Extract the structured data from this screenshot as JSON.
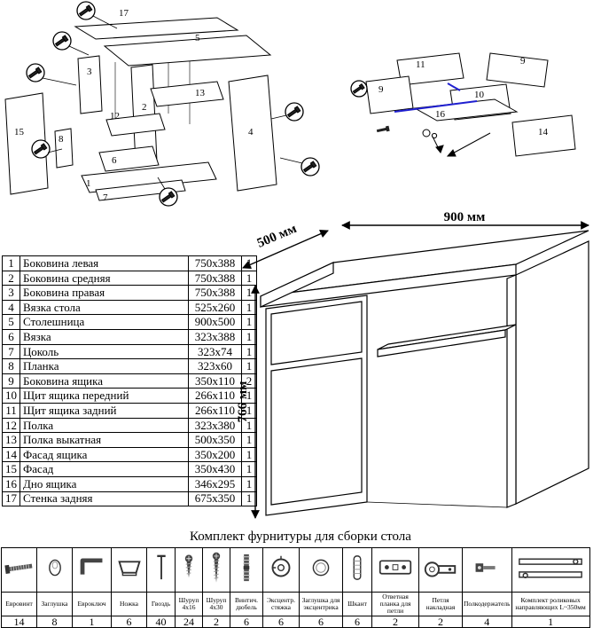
{
  "dimensions": {
    "width": "900 мм",
    "depth": "500 мм",
    "height": "766 мм"
  },
  "parts": {
    "rows": [
      {
        "n": "1",
        "name": "Боковина левая",
        "size": "750x388",
        "qty": "1"
      },
      {
        "n": "2",
        "name": "Боковина средняя",
        "size": "750x388",
        "qty": "1"
      },
      {
        "n": "3",
        "name": "Боковина правая",
        "size": "750x388",
        "qty": "1"
      },
      {
        "n": "4",
        "name": "Вязка стола",
        "size": "525x260",
        "qty": "1"
      },
      {
        "n": "5",
        "name": "Столешница",
        "size": "900x500",
        "qty": "1"
      },
      {
        "n": "6",
        "name": "Вязка",
        "size": "323x388",
        "qty": "1"
      },
      {
        "n": "7",
        "name": "Цоколь",
        "size": "323x74",
        "qty": "1"
      },
      {
        "n": "8",
        "name": "Планка",
        "size": "323x60",
        "qty": "1"
      },
      {
        "n": "9",
        "name": "Боковина ящика",
        "size": "350x110",
        "qty": "2"
      },
      {
        "n": "10",
        "name": "Щит ящика передний",
        "size": "266x110",
        "qty": "1"
      },
      {
        "n": "11",
        "name": "Щит ящика задний",
        "size": "266x110",
        "qty": "1"
      },
      {
        "n": "12",
        "name": "Полка",
        "size": "323x380",
        "qty": "1"
      },
      {
        "n": "13",
        "name": "Полка выкатная",
        "size": "500x350",
        "qty": "1"
      },
      {
        "n": "14",
        "name": "Фасад ящика",
        "size": "350x200",
        "qty": "1"
      },
      {
        "n": "15",
        "name": "Фасад",
        "size": "350x430",
        "qty": "1"
      },
      {
        "n": "16",
        "name": "Дно ящика",
        "size": "346x295",
        "qty": "1"
      },
      {
        "n": "17",
        "name": "Стенка задняя",
        "size": "675x350",
        "qty": "1"
      }
    ]
  },
  "hardware": {
    "title": "Комплект фурнитуры для сборки стола",
    "items": [
      {
        "icon": "euro-screw-icon",
        "name": "Евровинт",
        "qty": "14"
      },
      {
        "icon": "plug-icon",
        "name": "Заглушка",
        "qty": "8"
      },
      {
        "icon": "euro-key-icon",
        "name": "Евроключ",
        "qty": "1"
      },
      {
        "icon": "leg-icon",
        "name": "Ножка",
        "qty": "6"
      },
      {
        "icon": "nail-icon",
        "name": "Гвоздь",
        "qty": "40"
      },
      {
        "icon": "screw-icon",
        "name": "Шуруп 4x16",
        "qty": "24"
      },
      {
        "icon": "screw-long-icon",
        "name": "Шуруп 4x30",
        "qty": "2"
      },
      {
        "icon": "screw-dowel-icon",
        "name": "Винтич. дюбель",
        "qty": "6"
      },
      {
        "icon": "eccentric-icon",
        "name": "Эксцентр. стяжка",
        "qty": "6"
      },
      {
        "icon": "eccentric-plug-icon",
        "name": "Заглушка для эксцентрика",
        "qty": "6"
      },
      {
        "icon": "dowel-icon",
        "name": "Шкант",
        "qty": "6"
      },
      {
        "icon": "strike-plate-icon",
        "name": "Ответная планка для петли",
        "qty": "2"
      },
      {
        "icon": "hinge-icon",
        "name": "Петля накладная",
        "qty": "2"
      },
      {
        "icon": "shelf-holder-icon",
        "name": "Полкодержатель",
        "qty": "4"
      },
      {
        "icon": "roller-rails-icon",
        "name": "Комплект роликовых направляющих L~350мм",
        "qty": "1"
      }
    ]
  },
  "exploded_left": {
    "labels": [
      "17",
      "5",
      "3",
      "12",
      "13",
      "2",
      "6",
      "1",
      "7",
      "15",
      "8",
      "4"
    ]
  },
  "exploded_right": {
    "labels": [
      "11",
      "9",
      "9",
      "10",
      "16",
      "14"
    ]
  },
  "accent_blue": "#1f1fd0"
}
